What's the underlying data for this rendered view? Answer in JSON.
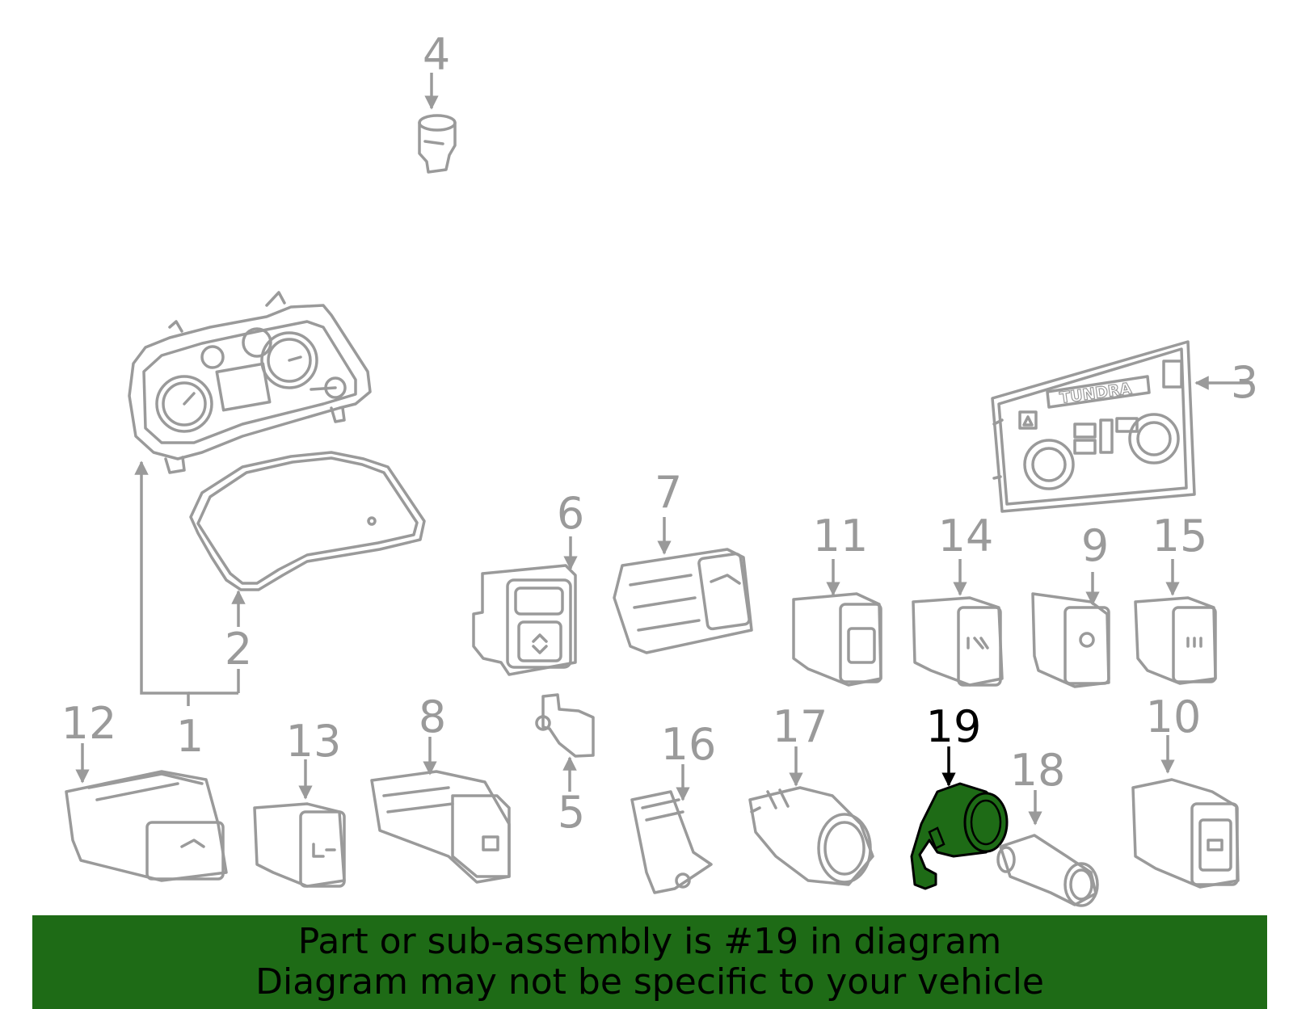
{
  "diagram": {
    "highlighted_part": "19",
    "callouts": [
      "1",
      "2",
      "3",
      "4",
      "5",
      "6",
      "7",
      "8",
      "9",
      "10",
      "11",
      "12",
      "13",
      "14",
      "15",
      "16",
      "17",
      "18",
      "19"
    ],
    "parts": {
      "3": {
        "badge_text": "TUNDRA"
      }
    }
  },
  "banner": {
    "line1": "Part or sub-assembly is #19 in diagram",
    "line2": "Diagram may not be specific to your vehicle"
  },
  "colors": {
    "part_stroke": "#9a9a9a",
    "highlight_fill": "#1e6b16",
    "highlight_outline": "#000000",
    "banner_background": "#1e6b16",
    "banner_text": "#000000"
  }
}
